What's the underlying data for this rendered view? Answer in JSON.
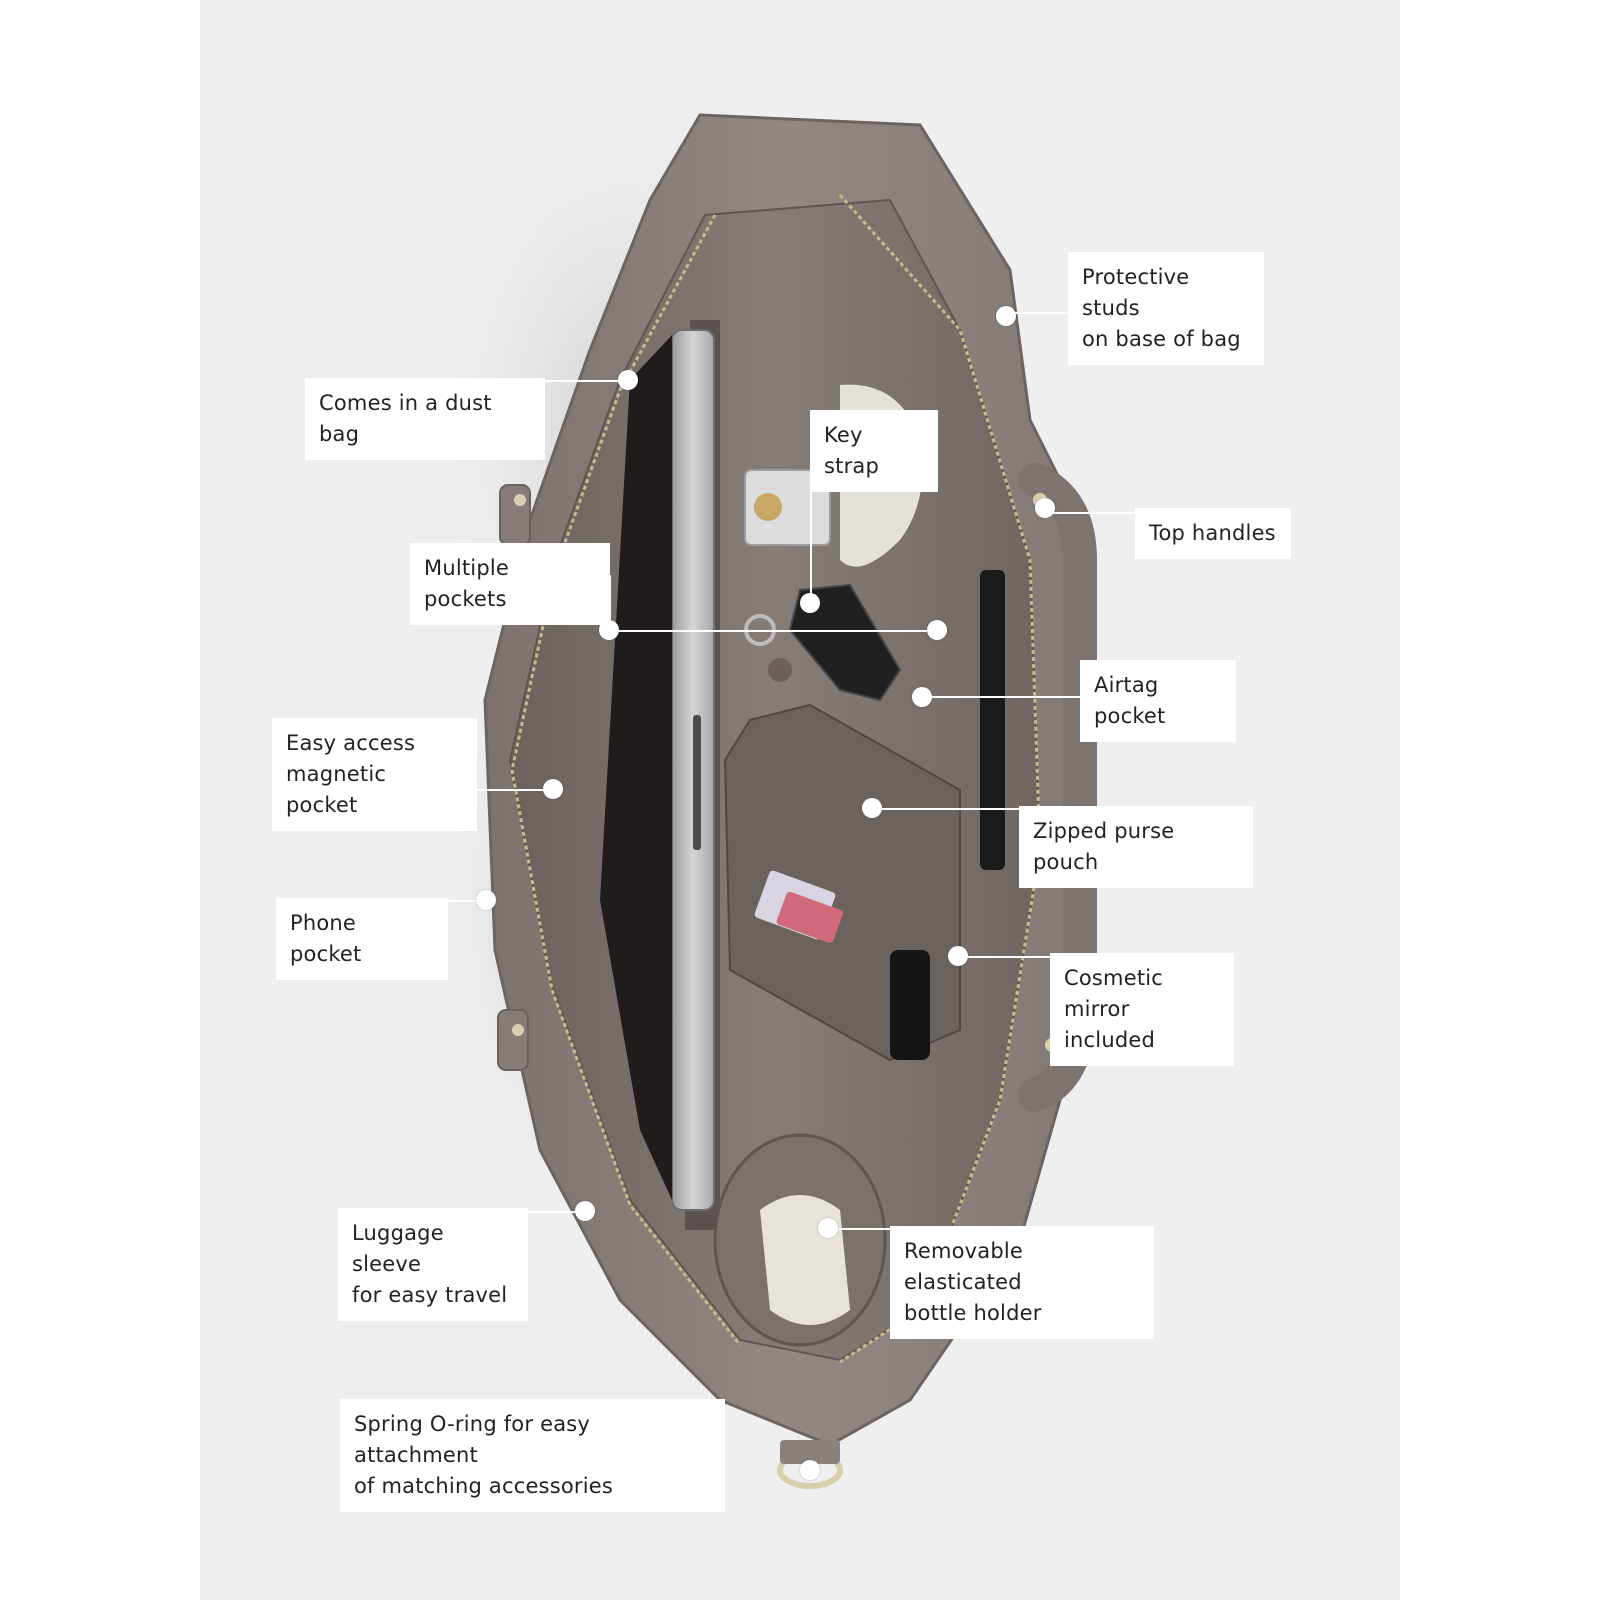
{
  "colors": {
    "background": "#efefef",
    "bag_leather": "#8a807b",
    "bag_lining": "#7a716c",
    "callout_box": "#ffffff",
    "callout_text": "#222222"
  },
  "callouts": {
    "protective_studs": "Protective studs\non base of bag",
    "dust_bag": "Comes in a dust bag",
    "key_strap": "Key strap",
    "top_handles": "Top handles",
    "multiple_pockets": "Multiple pockets",
    "airtag_pocket": "Airtag pocket",
    "magnetic_pocket": "Easy access\nmagnetic pocket",
    "zipped_purse_pouch": "Zipped purse pouch",
    "phone_pocket": "Phone pocket",
    "cosmetic_mirror": "Cosmetic mirror\nincluded",
    "luggage_sleeve": "Luggage sleeve\nfor easy travel",
    "bottle_holder": "Removable elasticated\nbottle holder",
    "spring_o_ring": "Spring O-ring for easy attachment\nof matching accessories"
  }
}
